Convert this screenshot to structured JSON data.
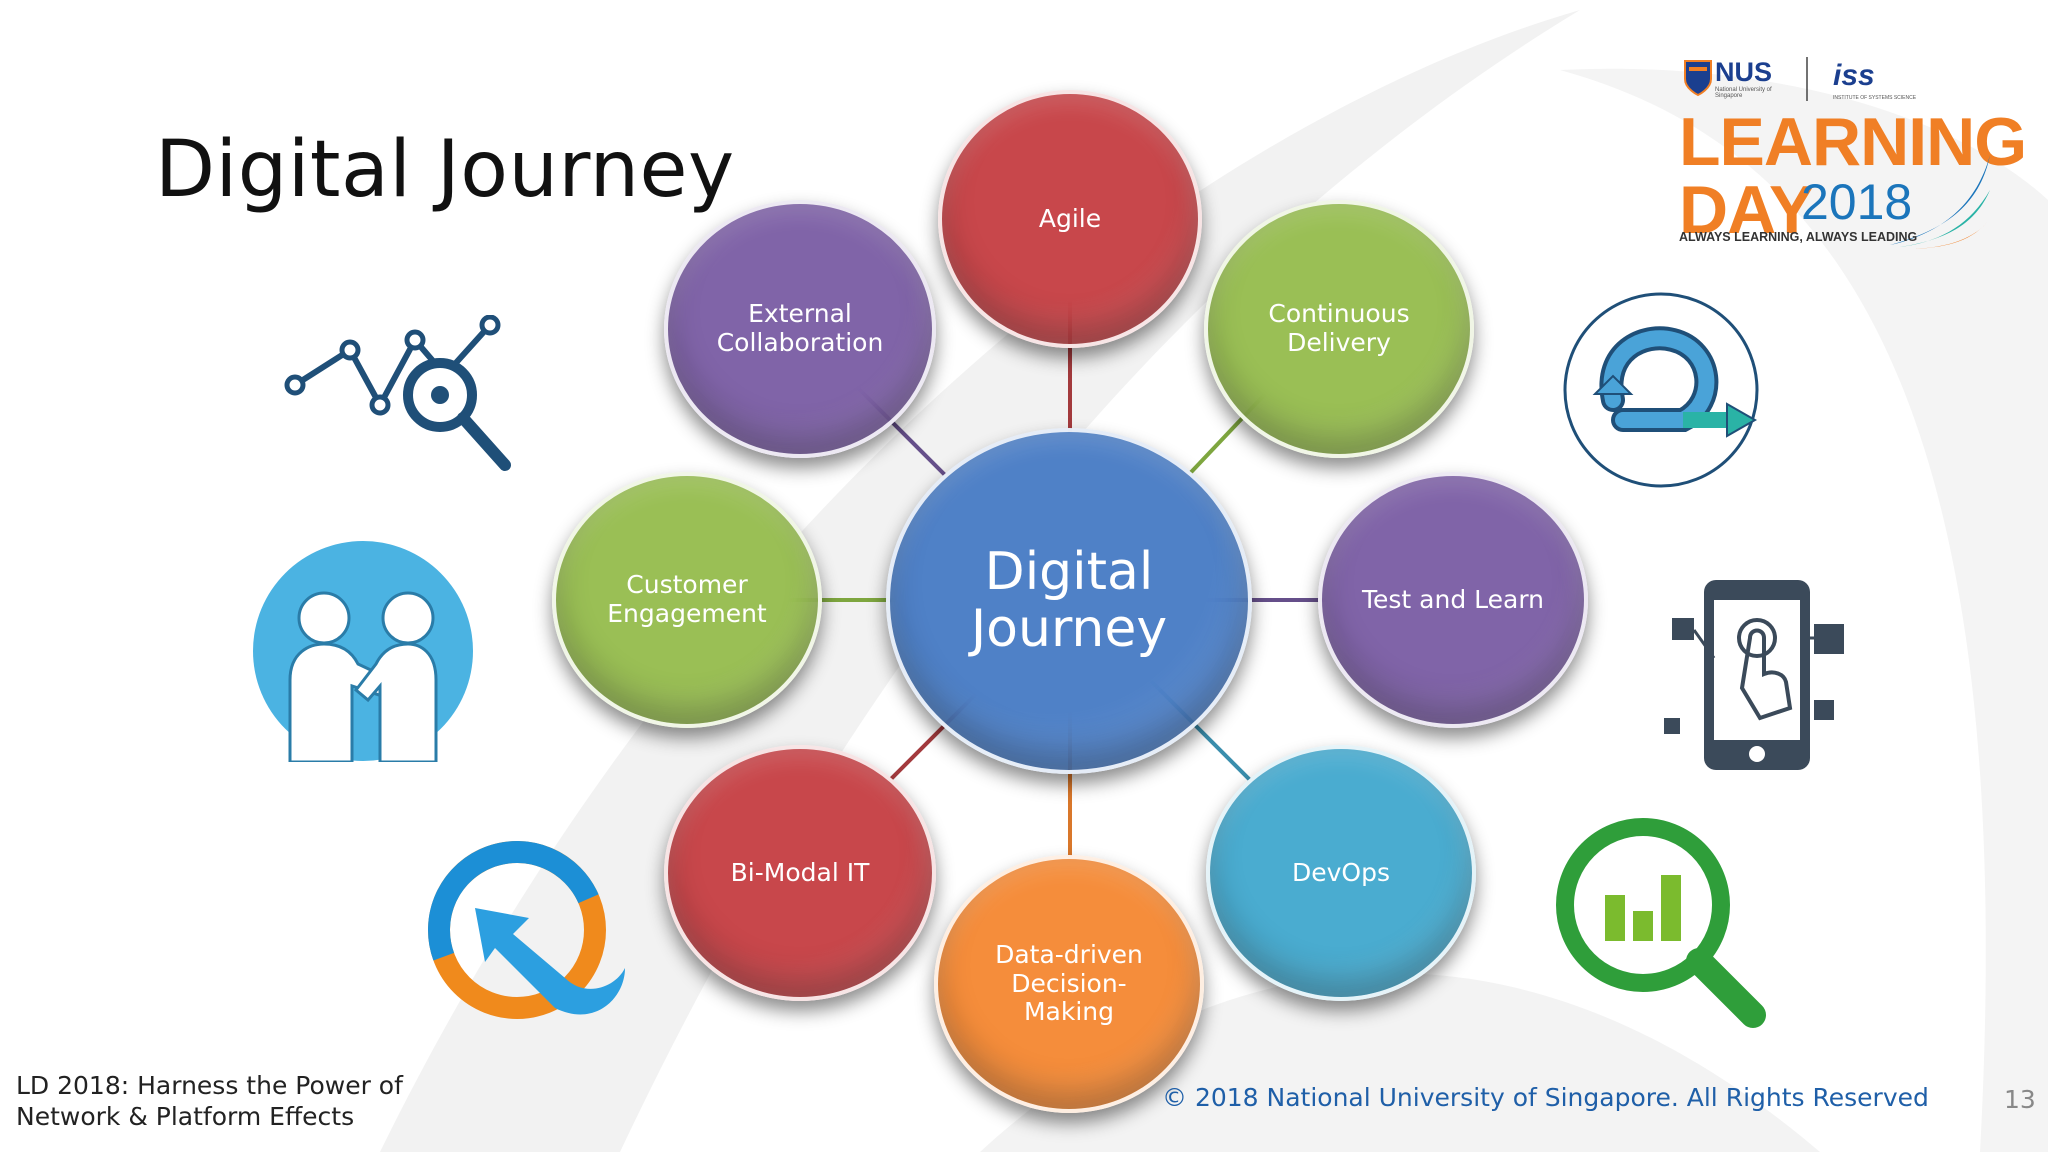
{
  "slide": {
    "title": "Digital Journey",
    "footer_left_line1": "LD 2018: Harness the Power of",
    "footer_left_line2": "Network & Platform Effects",
    "copyright": "© 2018 National University of Singapore. All Rights Reserved",
    "page_number": "13"
  },
  "logo": {
    "org": "NUS",
    "org_sub": "National University of Singapore",
    "partner": "iss",
    "partner_sub": "INSTITUTE OF SYSTEMS SCIENCE",
    "event_line1": "LEARNING",
    "event_line2": "DAY",
    "year": "2018",
    "tagline": "ALWAYS LEARNING, ALWAYS LEADING"
  },
  "hub": {
    "label": "Digital\nJourney",
    "color": "#4F81C7"
  },
  "nodes": [
    {
      "label": "Agile",
      "color": "#C8474B"
    },
    {
      "label": "Continuous\nDelivery",
      "color": "#9ABF55"
    },
    {
      "label": "Test and Learn",
      "color": "#8064A8"
    },
    {
      "label": "DevOps",
      "color": "#4AACD0"
    },
    {
      "label": "Data-driven\nDecision-\nMaking",
      "color": "#F58D3B"
    },
    {
      "label": "Bi-Modal IT",
      "color": "#C8474B"
    },
    {
      "label": "Customer\nEngagement",
      "color": "#9ABF55"
    },
    {
      "label": "External\nCollaboration",
      "color": "#8064A8"
    }
  ],
  "icons": [
    "analytics-search-icon",
    "handshake-icon",
    "refresh-arrow-icon",
    "agile-loop-icon",
    "mobile-touch-icon",
    "data-search-chart-icon"
  ]
}
